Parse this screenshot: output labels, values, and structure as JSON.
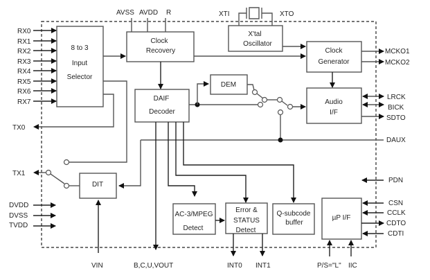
{
  "blocks": {
    "input_selector": [
      "8 to 3",
      "Input",
      "Selector"
    ],
    "clock_recovery": [
      "Clock",
      "Recovery"
    ],
    "xtal_oscillator": [
      "X'tal",
      "Oscillator"
    ],
    "clock_generator": [
      "Clock",
      "Generator"
    ],
    "dem": "DEM",
    "daif_decoder": [
      "DAIF",
      "Decoder"
    ],
    "audio_if": [
      "Audio",
      "I/F"
    ],
    "dit": "DIT",
    "ac3_mpeg_detect": [
      "AC-3/MPEG",
      "Detect"
    ],
    "error_status_detect": [
      "Error &",
      "STATUS",
      "Detect"
    ],
    "q_subcode_buffer": [
      "Q-subcode",
      "buffer"
    ],
    "up_if": "µP I/F"
  },
  "pins": {
    "rx": [
      "RX0",
      "RX1",
      "RX2",
      "RX3",
      "RX4",
      "RX5",
      "RX6",
      "RX7"
    ],
    "tx0": "TX0",
    "tx1": "TX1",
    "power_left": [
      "DVDD",
      "DVSS",
      "TVDD"
    ],
    "top": [
      "AVSS",
      "AVDD",
      "R"
    ],
    "xti": "XTI",
    "xto": "XTO",
    "mcko1": "MCKO1",
    "mcko2": "MCKO2",
    "lrck": "LRCK",
    "bick": "BICK",
    "sdto": "SDTO",
    "daux": "DAUX",
    "pdn": "PDN",
    "csn": "CSN",
    "cclk": "CCLK",
    "cdto": "CDTO",
    "cdti": "CDTI",
    "vin": "VIN",
    "bcu_vout": "B,C,U,VOUT",
    "int0": "INT0",
    "int1": "INT1",
    "ps": "P/S=\"L\"",
    "iic": "IIC"
  }
}
